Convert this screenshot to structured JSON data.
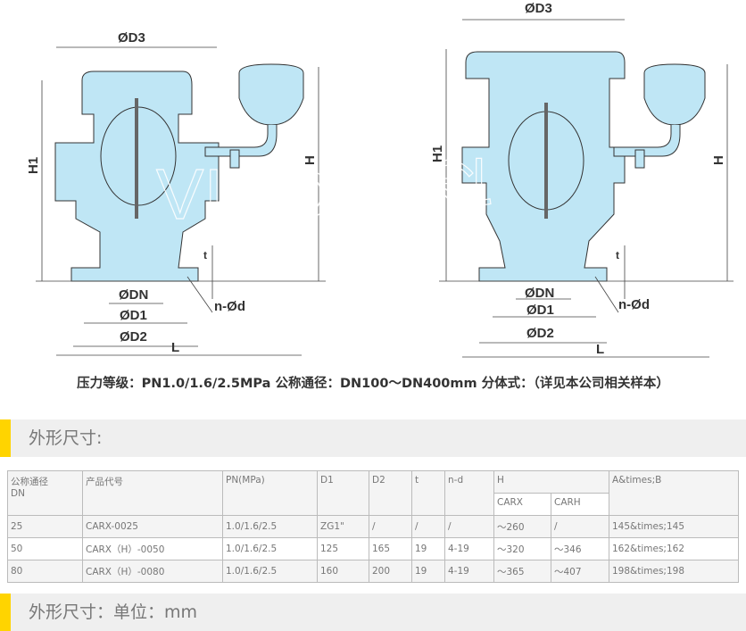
{
  "drawing": {
    "labels": {
      "d3": "ØD3",
      "h1": "H1",
      "h": "H",
      "t": "t",
      "dn": "ØDN",
      "d1": "ØD1",
      "d2": "ØD2",
      "l": "L",
      "nd": "n-Ød"
    },
    "watermark": "VICO 彪科",
    "colors": {
      "body": "#bfe6f5",
      "line": "#333333"
    }
  },
  "caption": "压力等级：PN1.0/1.6/2.5MPa 公称通径：DN100～DN400mm 分体式：（详见本公司相关样本）",
  "section1": "外形尺寸:",
  "section2": "外形尺寸：单位：mm",
  "table": {
    "headers": {
      "dn": "公称通径",
      "dn2": "DN",
      "code": "产品代号",
      "pn": "PN(MPa)",
      "d1": "D1",
      "d2": "D2",
      "t": "t",
      "nd": "n-d",
      "h": "H",
      "carx": "CARX",
      "carh": "CARH",
      "ab": "A&times;B"
    },
    "rows": [
      [
        "25",
        "CARX-0025",
        "1.0/1.6/2.5",
        "ZG1\"",
        "/",
        "/",
        "/",
        "～260",
        "/",
        "145&times;145"
      ],
      [
        "50",
        "CARX（H）-0050",
        "1.0/1.6/2.5",
        "125",
        "165",
        "19",
        "4-19",
        "～320",
        "～346",
        "162&times;162"
      ],
      [
        "80",
        "CARX（H）-0080",
        "1.0/1.6/2.5",
        "160",
        "200",
        "19",
        "4-19",
        "～365",
        "～407",
        "198&times;198"
      ]
    ]
  }
}
